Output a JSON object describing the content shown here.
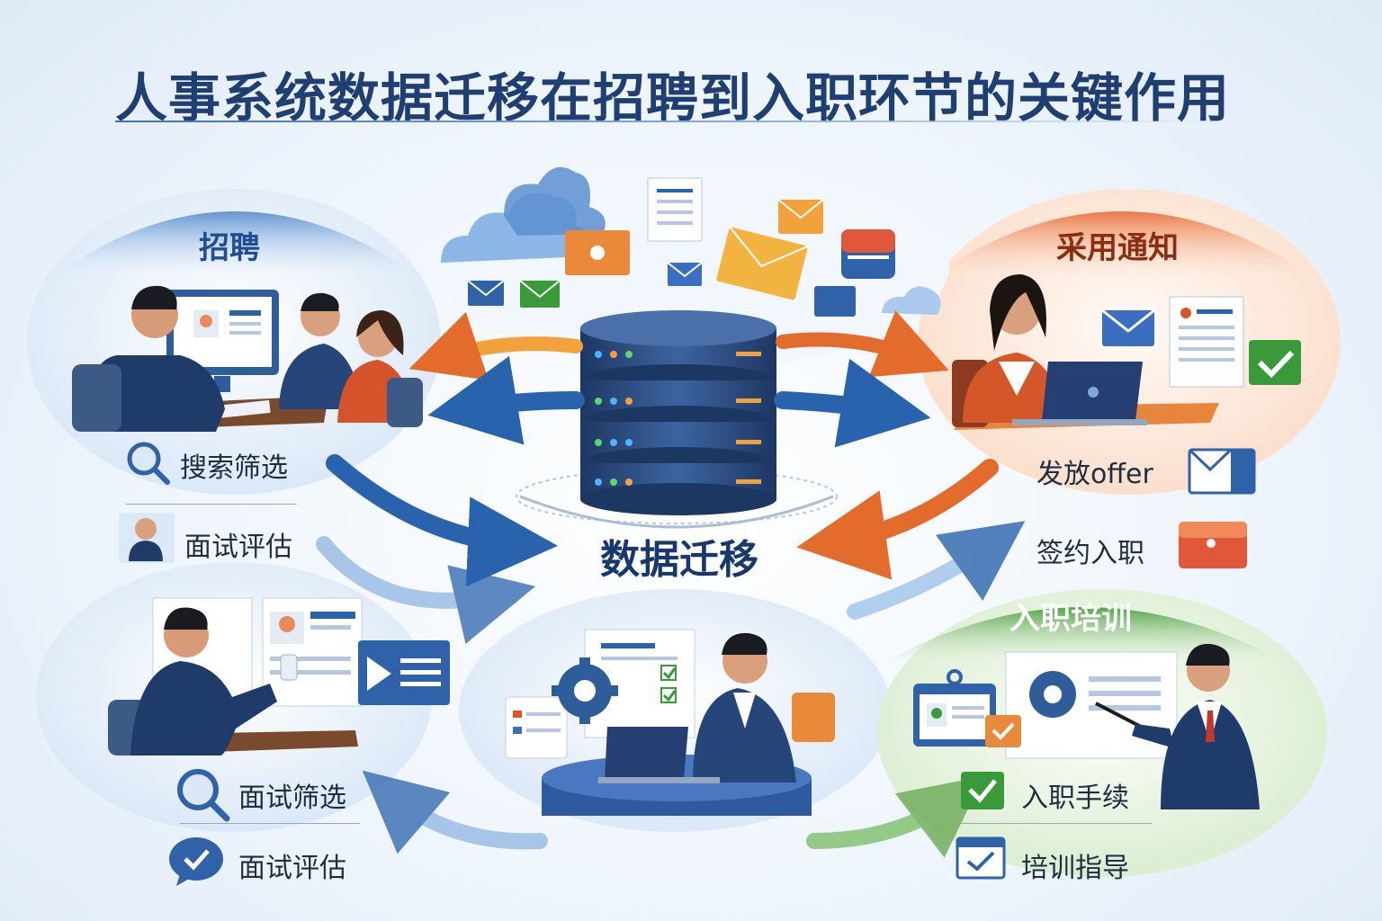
{
  "title": "人事系统数据迁移在招聘到入职环节的关键作用",
  "center": {
    "label": "数据迁移"
  },
  "sections": {
    "recruit": {
      "header": "招聘",
      "items": [
        {
          "label": "搜索筛选",
          "icon": "magnifier-icon"
        },
        {
          "label": "面试评估",
          "icon": "candidate-avatar-icon"
        }
      ]
    },
    "hiring": {
      "header": "采用通知",
      "items": [
        {
          "label": "发放offer",
          "icon": "envelope-icon"
        },
        {
          "label": "签约入职",
          "icon": "orange-folder-icon"
        }
      ]
    },
    "screening": {
      "items": [
        {
          "label": "面试筛选",
          "icon": "magnifier-icon"
        },
        {
          "label": "面试评估",
          "icon": "chat-check-icon"
        }
      ]
    },
    "onboarding": {
      "header": "入职培训",
      "items": [
        {
          "label": "入职手续",
          "icon": "green-check-icon"
        },
        {
          "label": "培训指导",
          "icon": "clipboard-check-icon"
        }
      ]
    }
  },
  "colors": {
    "title": "#1f3f73",
    "blue": "#2a63ad",
    "orange": "#e36b2c",
    "green": "#4a9a3c",
    "server": "#2b4a7d"
  }
}
